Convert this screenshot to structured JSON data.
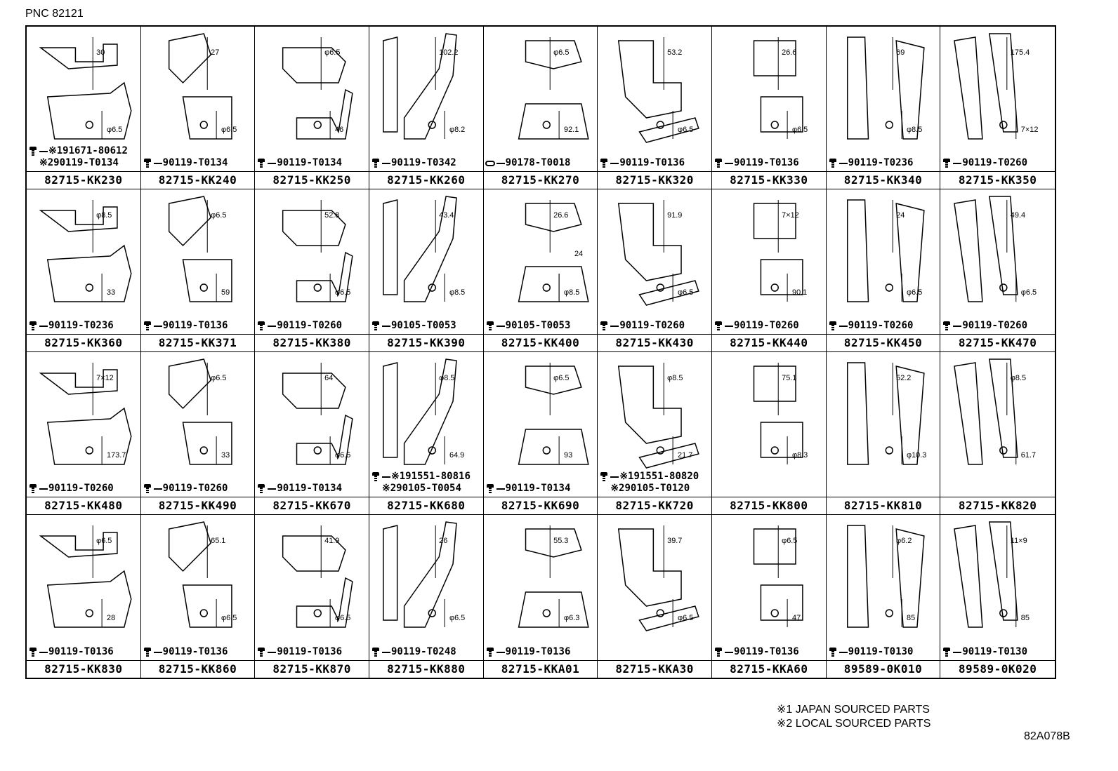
{
  "pnc": "PNC 82121",
  "cells": [
    {
      "part": "82715-KK230",
      "fasteners": [
        {
          "icon": "bolt-icon",
          "text": "※191671-80612"
        },
        {
          "icon": "none",
          "text": "※290119-T0134"
        }
      ],
      "dims": [
        "30",
        "φ6.5"
      ]
    },
    {
      "part": "82715-KK240",
      "fasteners": [
        {
          "icon": "bolt-icon",
          "text": "90119-T0134"
        }
      ],
      "dims": [
        "27",
        "φ6.5"
      ]
    },
    {
      "part": "82715-KK250",
      "fasteners": [
        {
          "icon": "bolt-icon",
          "text": "90119-T0134"
        }
      ],
      "dims": [
        "φ6.5",
        "46"
      ]
    },
    {
      "part": "82715-KK260",
      "fasteners": [
        {
          "icon": "bolt-icon",
          "text": "90119-T0342"
        }
      ],
      "dims": [
        "102.2",
        "φ8.2"
      ]
    },
    {
      "part": "82715-KK270",
      "fasteners": [
        {
          "icon": "clip-icon",
          "text": "90178-T0018"
        }
      ],
      "dims": [
        "φ6.5",
        "92.1"
      ]
    },
    {
      "part": "82715-KK320",
      "fasteners": [
        {
          "icon": "bolt-icon",
          "text": "90119-T0136"
        }
      ],
      "dims": [
        "53.2",
        "φ6.5"
      ]
    },
    {
      "part": "82715-KK330",
      "fasteners": [
        {
          "icon": "bolt-icon",
          "text": "90119-T0136"
        }
      ],
      "dims": [
        "26.6",
        "φ6.5"
      ]
    },
    {
      "part": "82715-KK340",
      "fasteners": [
        {
          "icon": "bolt-icon",
          "text": "90119-T0236"
        }
      ],
      "dims": [
        "69",
        "φ8.5"
      ]
    },
    {
      "part": "82715-KK350",
      "fasteners": [
        {
          "icon": "bolt-icon",
          "text": "90119-T0260"
        }
      ],
      "dims": [
        "175.4",
        "7×12"
      ]
    },
    {
      "part": "82715-KK360",
      "fasteners": [
        {
          "icon": "bolt-icon",
          "text": "90119-T0236"
        }
      ],
      "dims": [
        "φ8.5",
        "33"
      ]
    },
    {
      "part": "82715-KK371",
      "fasteners": [
        {
          "icon": "bolt-icon",
          "text": "90119-T0136"
        }
      ],
      "dims": [
        "φ6.5",
        "59"
      ]
    },
    {
      "part": "82715-KK380",
      "fasteners": [
        {
          "icon": "bolt-icon",
          "text": "90119-T0260"
        }
      ],
      "dims": [
        "52.8",
        "φ6.5"
      ]
    },
    {
      "part": "82715-KK390",
      "fasteners": [
        {
          "icon": "bolt-icon",
          "text": "90105-T0053"
        }
      ],
      "dims": [
        "43.4",
        "φ8.5"
      ]
    },
    {
      "part": "82715-KK400",
      "fasteners": [
        {
          "icon": "bolt-icon",
          "text": "90105-T0053"
        }
      ],
      "dims": [
        "26.6",
        "φ8.5",
        "24"
      ]
    },
    {
      "part": "82715-KK430",
      "fasteners": [
        {
          "icon": "bolt-icon",
          "text": "90119-T0260"
        }
      ],
      "dims": [
        "91.9",
        "φ6.5"
      ]
    },
    {
      "part": "82715-KK440",
      "fasteners": [
        {
          "icon": "bolt-icon",
          "text": "90119-T0260"
        }
      ],
      "dims": [
        "7×12",
        "90.1"
      ]
    },
    {
      "part": "82715-KK450",
      "fasteners": [
        {
          "icon": "bolt-icon",
          "text": "90119-T0260"
        }
      ],
      "dims": [
        "24",
        "φ6.5"
      ]
    },
    {
      "part": "82715-KK470",
      "fasteners": [
        {
          "icon": "bolt-icon",
          "text": "90119-T0260"
        }
      ],
      "dims": [
        "49.4",
        "φ6.5"
      ]
    },
    {
      "part": "82715-KK480",
      "fasteners": [
        {
          "icon": "bolt-icon",
          "text": "90119-T0260"
        }
      ],
      "dims": [
        "7×12",
        "173.7"
      ]
    },
    {
      "part": "82715-KK490",
      "fasteners": [
        {
          "icon": "bolt-icon",
          "text": "90119-T0260"
        }
      ],
      "dims": [
        "φ6.5",
        "33"
      ]
    },
    {
      "part": "82715-KK670",
      "fasteners": [
        {
          "icon": "bolt-icon",
          "text": "90119-T0134"
        }
      ],
      "dims": [
        "64",
        "φ6.5"
      ]
    },
    {
      "part": "82715-KK680",
      "fasteners": [
        {
          "icon": "bolt-icon",
          "text": "※191551-80816"
        },
        {
          "icon": "none",
          "text": "※290105-T0054"
        }
      ],
      "dims": [
        "φ8.5",
        "64.9"
      ]
    },
    {
      "part": "82715-KK690",
      "fasteners": [
        {
          "icon": "bolt-icon",
          "text": "90119-T0134"
        }
      ],
      "dims": [
        "φ6.5",
        "93"
      ]
    },
    {
      "part": "82715-KK720",
      "fasteners": [
        {
          "icon": "bolt-icon",
          "text": "※191551-80820"
        },
        {
          "icon": "none",
          "text": "※290105-T0120"
        }
      ],
      "dims": [
        "φ8.5",
        "21.7"
      ]
    },
    {
      "part": "82715-KK800",
      "fasteners": [],
      "dims": [
        "75.1",
        "φ8.3"
      ]
    },
    {
      "part": "82715-KK810",
      "fasteners": [],
      "dims": [
        "52.2",
        "φ10.3"
      ]
    },
    {
      "part": "82715-KK820",
      "fasteners": [],
      "dims": [
        "φ8.5",
        "61.7"
      ]
    },
    {
      "part": "82715-KK830",
      "fasteners": [
        {
          "icon": "bolt-icon",
          "text": "90119-T0136"
        }
      ],
      "dims": [
        "φ6.5",
        "28"
      ]
    },
    {
      "part": "82715-KK860",
      "fasteners": [
        {
          "icon": "bolt-icon",
          "text": "90119-T0136"
        }
      ],
      "dims": [
        "65.1",
        "φ6.5"
      ]
    },
    {
      "part": "82715-KK870",
      "fasteners": [
        {
          "icon": "bolt-icon",
          "text": "90119-T0136"
        }
      ],
      "dims": [
        "41.9",
        "φ6.5"
      ]
    },
    {
      "part": "82715-KK880",
      "fasteners": [
        {
          "icon": "bolt-icon",
          "text": "90119-T0248"
        }
      ],
      "dims": [
        "26",
        "φ6.5"
      ]
    },
    {
      "part": "82715-KKA01",
      "fasteners": [
        {
          "icon": "bolt-icon",
          "text": "90119-T0136"
        }
      ],
      "dims": [
        "55.3",
        "φ6.3"
      ]
    },
    {
      "part": "82715-KKA30",
      "fasteners": [],
      "dims": [
        "39.7",
        "φ6.5"
      ]
    },
    {
      "part": "82715-KKA60",
      "fasteners": [
        {
          "icon": "bolt-icon",
          "text": "90119-T0136"
        }
      ],
      "dims": [
        "φ6.5",
        "47"
      ]
    },
    {
      "part": "89589-0K010",
      "fasteners": [
        {
          "icon": "bolt-icon",
          "text": "90119-T0130"
        }
      ],
      "dims": [
        "φ6.2",
        "85"
      ]
    },
    {
      "part": "89589-0K020",
      "fasteners": [
        {
          "icon": "bolt-icon",
          "text": "90119-T0130"
        }
      ],
      "dims": [
        "11×9",
        "85"
      ]
    }
  ],
  "notes": [
    "※1 JAPAN SOURCED PARTS",
    "※2 LOCAL SOURCED PARTS"
  ],
  "diagram_code": "82A078B"
}
